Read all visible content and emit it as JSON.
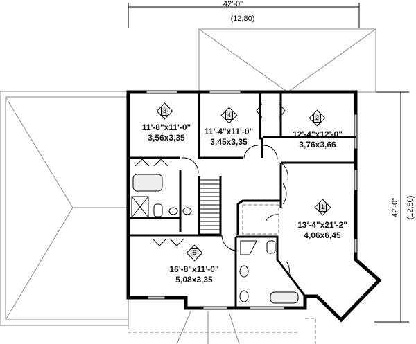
{
  "dimensions": {
    "top_imperial": "42'-0\"",
    "top_metric": "(12,80)",
    "right_imperial": "42'-0\"",
    "right_metric": "(12,80)"
  },
  "rooms": [
    {
      "tag": "3",
      "imperial": "11'-8\"x11'-0\"",
      "metric": "3,56x3,35"
    },
    {
      "tag": "4",
      "imperial": "11'-4\"x11'-0\"",
      "metric": "3,45x3,35"
    },
    {
      "tag": "2",
      "imperial": "12'-4\"x12'-0\"",
      "metric": "3,76x3,66"
    },
    {
      "tag": "1",
      "imperial": "13'-4\"x21'-2\"",
      "metric": "4,06x6,45"
    },
    {
      "tag": "5",
      "imperial": "16'-8\"x11'-0\"",
      "metric": "5,08x3,35"
    }
  ]
}
